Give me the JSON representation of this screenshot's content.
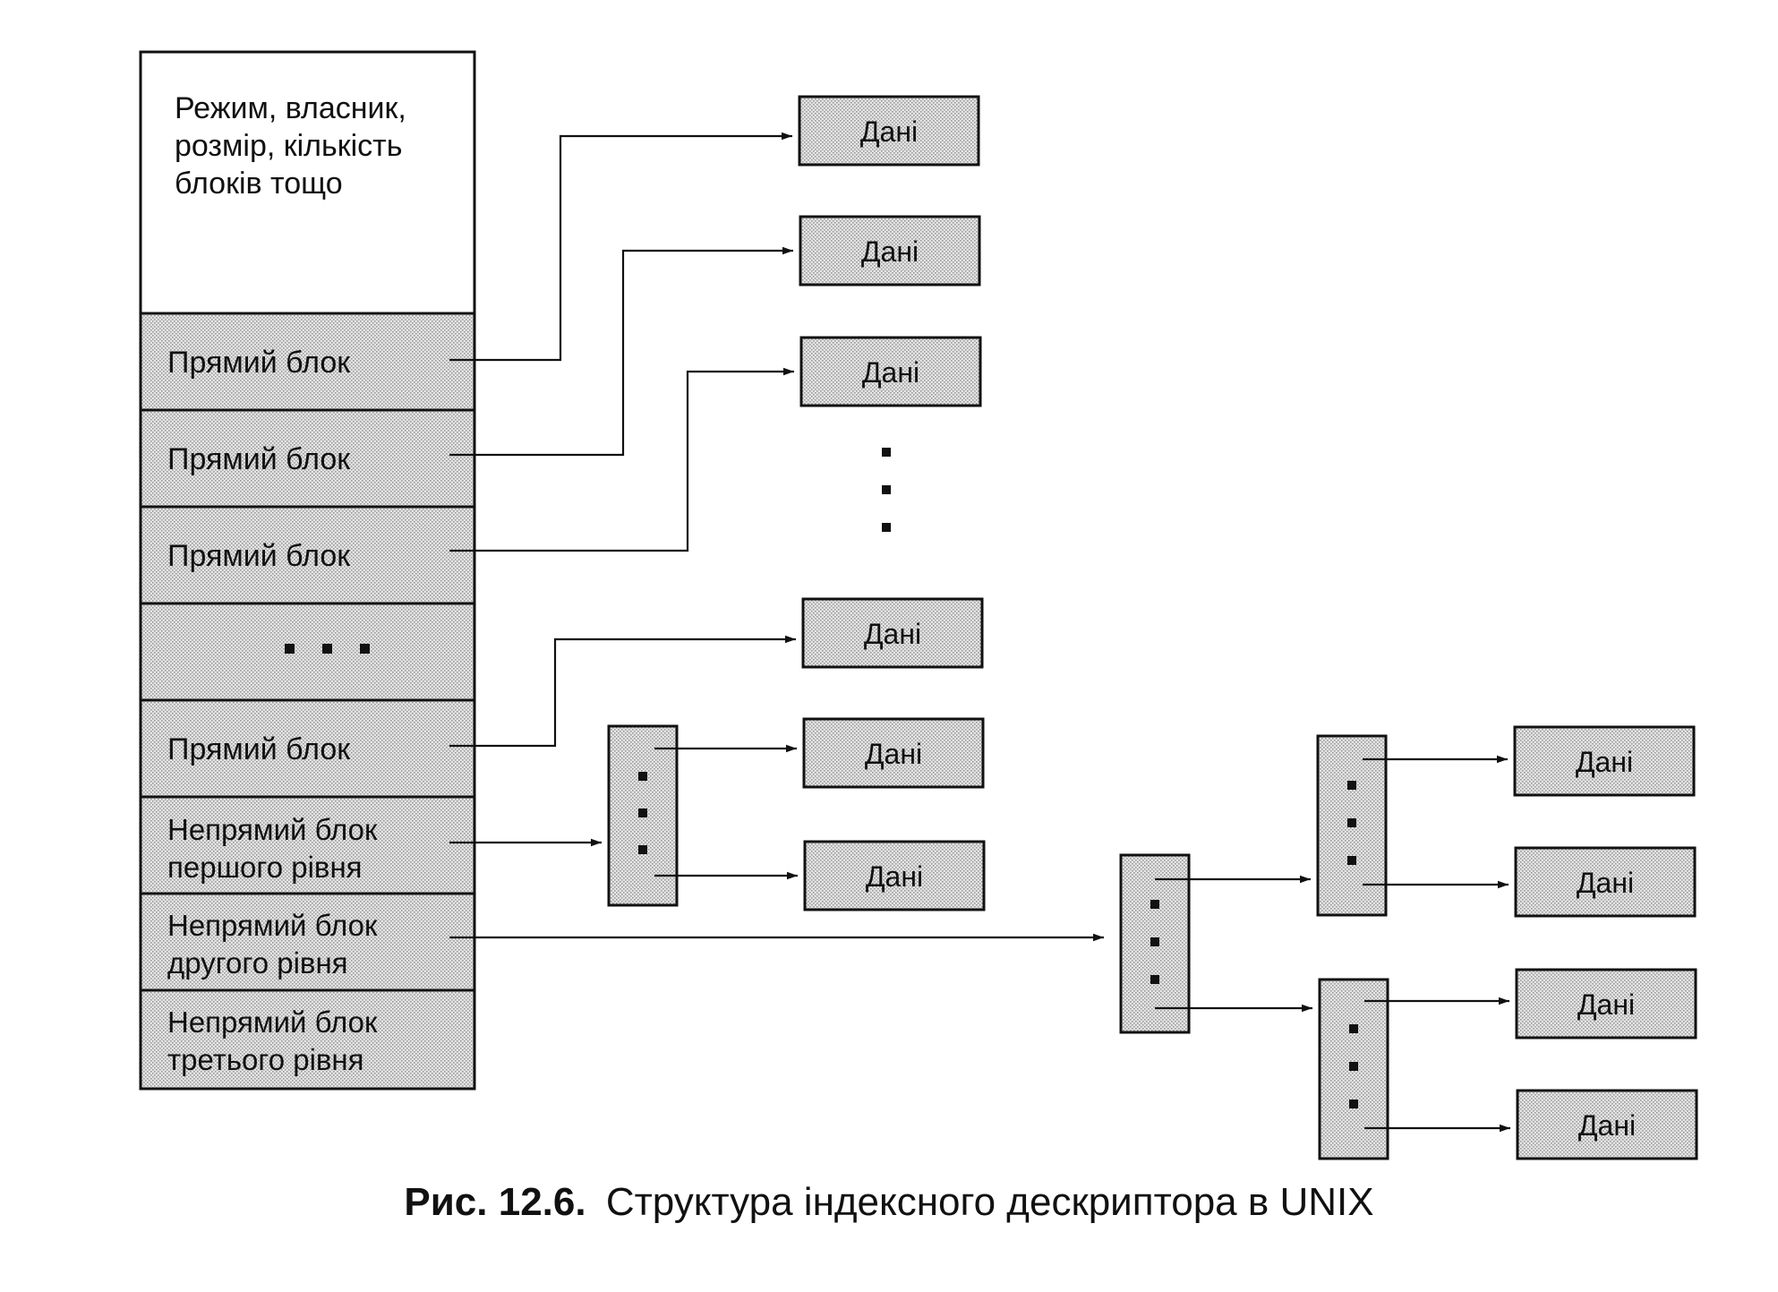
{
  "inode": {
    "header_lines": [
      "Режим, власник,",
      "розмір, кількість",
      "блоків тощо"
    ],
    "direct_label": "Прямий блок",
    "indirect1_lines": [
      "Непрямий блок",
      "першого рівня"
    ],
    "indirect2_lines": [
      "Непрямий блок",
      "другого рівня"
    ],
    "indirect3_lines": [
      "Непрямий блок",
      "третього рівня"
    ]
  },
  "data_label": "Дані",
  "caption": {
    "number": "Рис. 12.6.",
    "text": "Структура індексного дескриптора в UNIX"
  },
  "colors": {
    "ink": "#111111",
    "fill": "#d9d9d9",
    "background": "#ffffff"
  }
}
